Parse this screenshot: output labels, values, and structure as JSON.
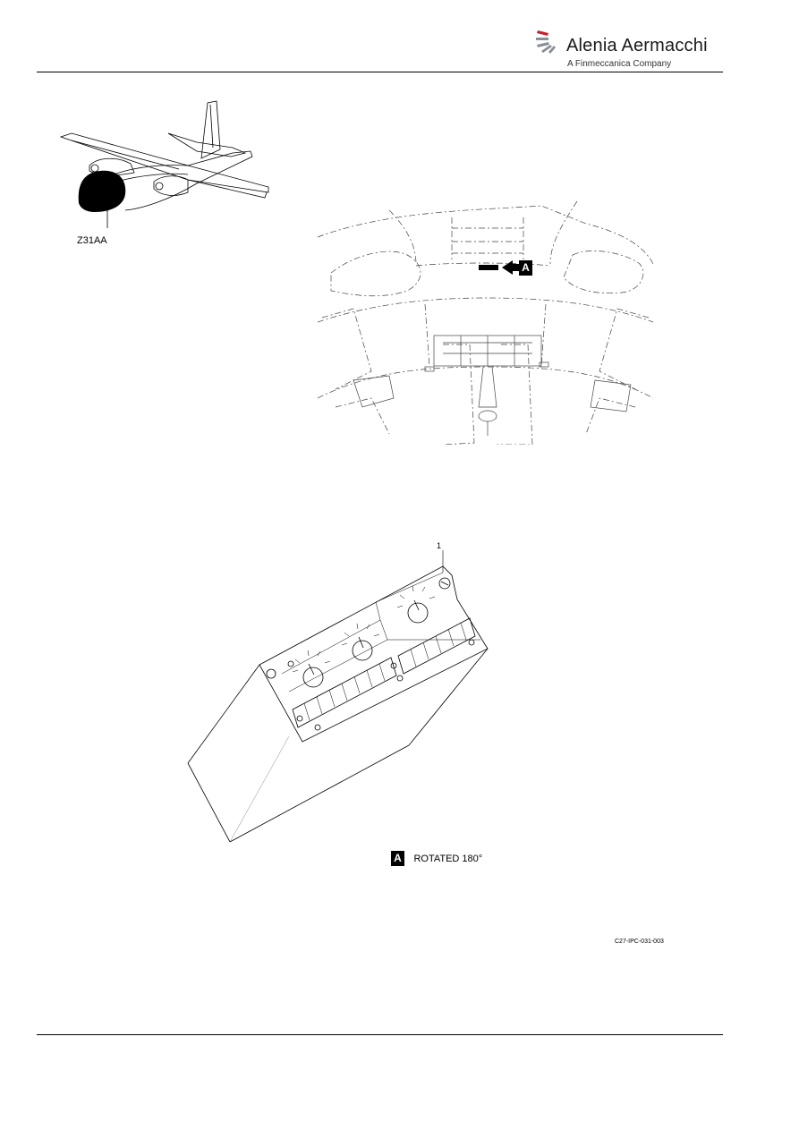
{
  "header": {
    "brand_name": "Alenia Aermacchi",
    "brand_sub": "A Finmeccanica Company"
  },
  "zone": {
    "label": "Z31AA"
  },
  "view": {
    "letter": "A",
    "caption": "ROTATED 180°"
  },
  "callout": {
    "item": "1"
  },
  "figure_code": "C27-IPC-031-003"
}
